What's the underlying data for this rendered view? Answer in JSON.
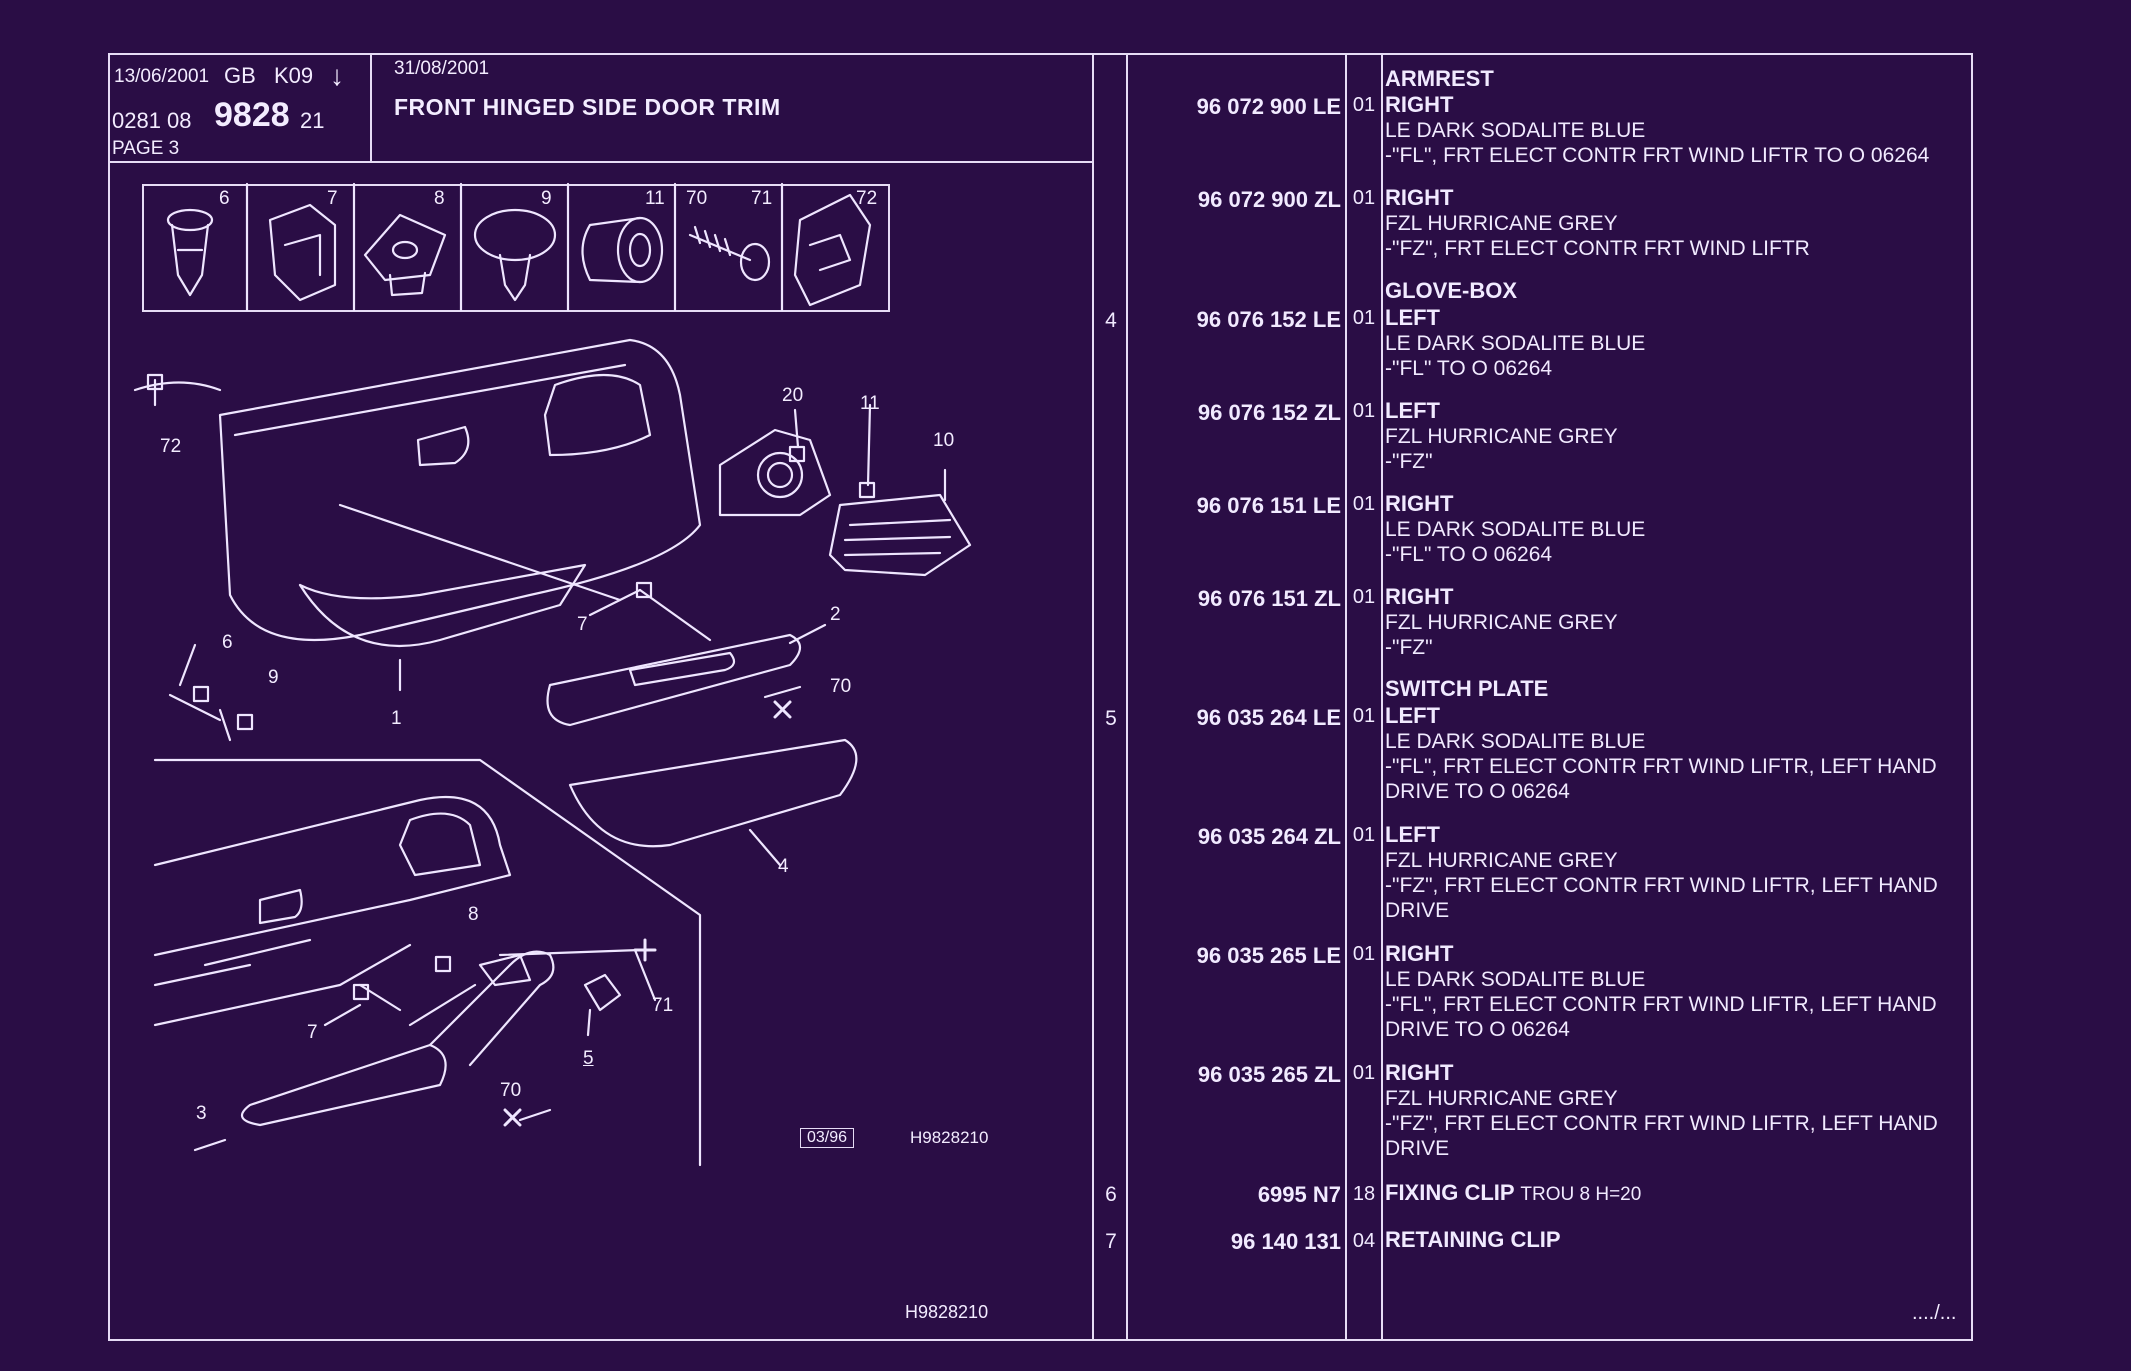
{
  "header": {
    "date": "13/06/2001",
    "region": "GB",
    "code": "K09",
    "arrow": "↓",
    "date2": "31/08/2001",
    "doc_prefix": "0281 08",
    "doc_number": "9828",
    "doc_suffix": "21",
    "page": "PAGE 3",
    "title": "FRONT HINGED SIDE DOOR TRIM"
  },
  "drawing": {
    "ref_box": "03/96",
    "ref_code": "H9828210",
    "footer_code": "H9828210",
    "icon_labels": [
      "6",
      "7",
      "8",
      "9",
      "11",
      "70",
      "71",
      "72"
    ],
    "callouts": [
      "72",
      "20",
      "11",
      "10",
      "7",
      "2",
      "6",
      "9",
      "1",
      "70",
      "4",
      "8",
      "71",
      "5",
      "7",
      "3",
      "70"
    ]
  },
  "parts": [
    {
      "ref": "",
      "section": "ARMREST",
      "pn": "96 072 900 LE",
      "qty": "01",
      "side": "RIGHT",
      "lines": [
        "LE DARK SODALITE BLUE",
        "-\"FL\", FRT ELECT CONTR FRT WIND LIFTR TO  O  06264"
      ]
    },
    {
      "ref": "",
      "section": "",
      "pn": "96 072 900 ZL",
      "qty": "01",
      "side": "RIGHT",
      "lines": [
        "FZL HURRICANE GREY",
        "-\"FZ\", FRT ELECT CONTR FRT WIND LIFTR"
      ]
    },
    {
      "ref": "4",
      "section": "GLOVE-BOX",
      "pn": "96 076 152 LE",
      "qty": "01",
      "side": "LEFT",
      "lines": [
        "LE DARK SODALITE BLUE",
        "-\"FL\" TO  O  06264"
      ]
    },
    {
      "ref": "",
      "section": "",
      "pn": "96 076 152 ZL",
      "qty": "01",
      "side": "LEFT",
      "lines": [
        "FZL HURRICANE GREY",
        "-\"FZ\""
      ]
    },
    {
      "ref": "",
      "section": "",
      "pn": "96 076 151 LE",
      "qty": "01",
      "side": "RIGHT",
      "lines": [
        "LE DARK SODALITE BLUE",
        "-\"FL\" TO  O  06264"
      ]
    },
    {
      "ref": "",
      "section": "",
      "pn": "96 076 151 ZL",
      "qty": "01",
      "side": "RIGHT",
      "lines": [
        "FZL HURRICANE GREY",
        "-\"FZ\""
      ]
    },
    {
      "ref": "5",
      "section": "SWITCH PLATE",
      "pn": "96 035 264 LE",
      "qty": "01",
      "side": "LEFT",
      "lines": [
        "LE DARK SODALITE BLUE",
        "-\"FL\", FRT ELECT CONTR FRT WIND LIFTR, LEFT HAND",
        "DRIVE TO  O  06264"
      ]
    },
    {
      "ref": "",
      "section": "",
      "pn": "96 035 264 ZL",
      "qty": "01",
      "side": "LEFT",
      "lines": [
        "FZL HURRICANE GREY",
        "-\"FZ\", FRT ELECT CONTR FRT WIND LIFTR, LEFT HAND",
        "DRIVE"
      ]
    },
    {
      "ref": "",
      "section": "",
      "pn": "96 035 265 LE",
      "qty": "01",
      "side": "RIGHT",
      "lines": [
        "LE DARK SODALITE BLUE",
        "-\"FL\", FRT ELECT CONTR FRT WIND LIFTR, LEFT HAND",
        "DRIVE TO  O  06264"
      ]
    },
    {
      "ref": "",
      "section": "",
      "pn": "96 035 265 ZL",
      "qty": "01",
      "side": "RIGHT",
      "lines": [
        "FZL HURRICANE GREY",
        "-\"FZ\", FRT ELECT CONTR FRT WIND LIFTR, LEFT HAND",
        "DRIVE"
      ]
    },
    {
      "ref": "6",
      "section": "",
      "pn": "6995 N7",
      "qty": "18",
      "side": "FIXING CLIP",
      "extra": "TROU 8 H=20",
      "lines": []
    },
    {
      "ref": "7",
      "section": "",
      "pn": "96 140 131",
      "qty": "04",
      "side": "RETAINING CLIP",
      "lines": []
    }
  ],
  "continued": "..../..."
}
